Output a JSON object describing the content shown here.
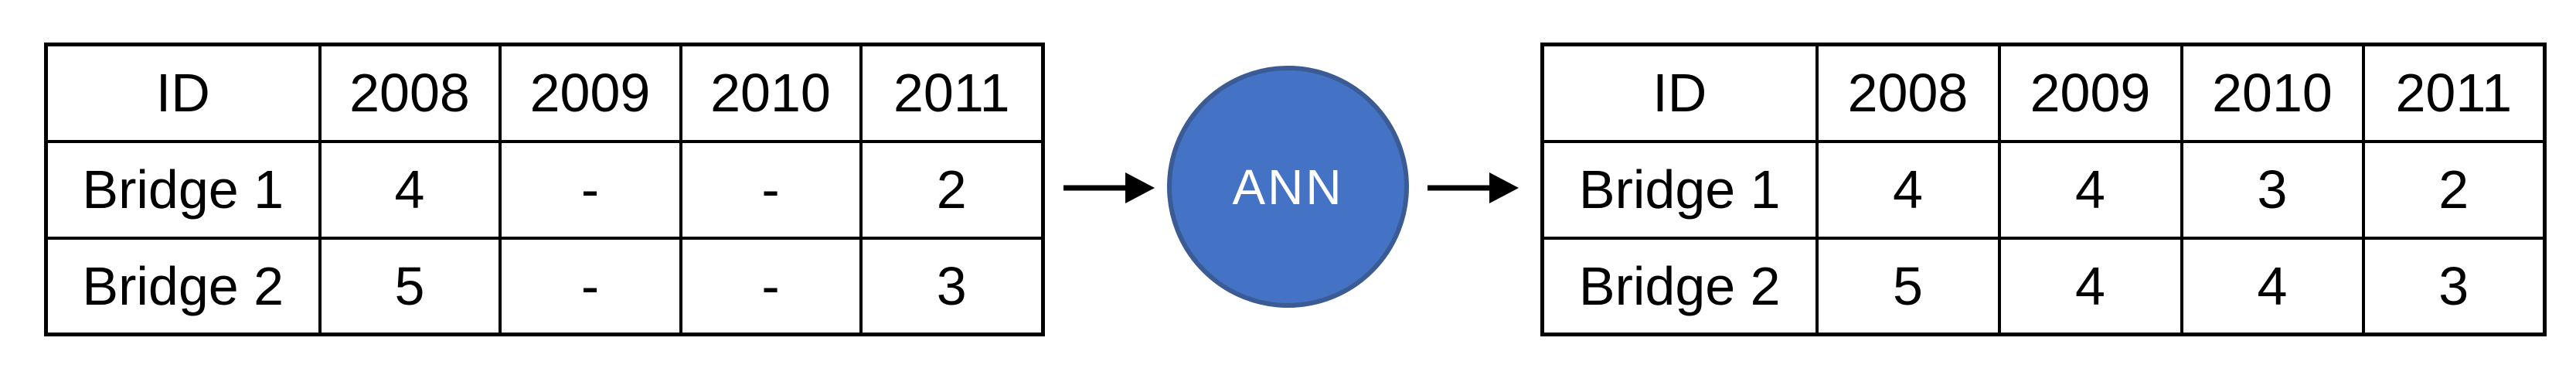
{
  "left_table": {
    "columns": [
      "ID",
      "2008",
      "2009",
      "2010",
      "2011"
    ],
    "rows": [
      {
        "id": "Bridge 1",
        "values": [
          "4",
          "-",
          "-",
          "2"
        ]
      },
      {
        "id": "Bridge 2",
        "values": [
          "5",
          "-",
          "-",
          "3"
        ]
      }
    ]
  },
  "ann_node": {
    "label": "ANN",
    "fill_color": "#4472C4",
    "border_color": "#3A5B94",
    "text_color": "#FFFFFF"
  },
  "right_table": {
    "columns": [
      "ID",
      "2008",
      "2009",
      "2010",
      "2011"
    ],
    "rows": [
      {
        "id": "Bridge 1",
        "values": [
          "4",
          "4",
          "3",
          "2"
        ]
      },
      {
        "id": "Bridge 2",
        "values": [
          "5",
          "4",
          "4",
          "3"
        ]
      }
    ]
  },
  "arrows": {
    "color": "#000000"
  }
}
